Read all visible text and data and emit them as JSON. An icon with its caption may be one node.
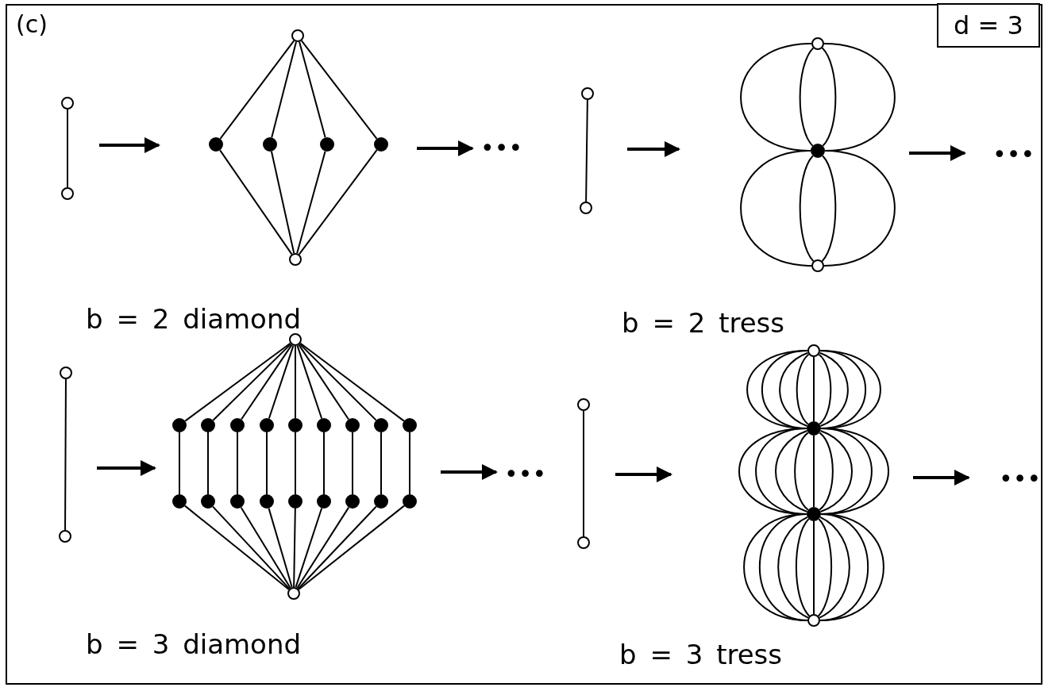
{
  "diagram": {
    "nodes": [
      {
        "text": [],
        "shape": "circle"
      },
      {
        "text": [],
        "shape": "circle"
      },
      {
        "text": [],
        "shape": "circle"
      },
      {
        "text": [],
        "shape": "circle"
      },
      {
        "text": [],
        "shape": "circle"
      },
      {
        "text": [],
        "shape": "circle"
      },
      {
        "text": [],
        "shape": "circle"
      },
      {
        "text": [],
        "shape": "circle"
      },
      {
        "text": [],
        "shape": "circle"
      },
      {
        "text": [],
        "shape": "circle"
      },
      {
        "text": [],
        "shape": "circle"
      },
      {
        "text": [],
        "shape": "circle"
      },
      {
        "text": [],
        "shape": "circle"
      },
      {
        "text": [],
        "shape": "circle"
      },
      {
        "text": [],
        "shape": "circle"
      },
      {
        "text": [],
        "shape": "circle"
      },
      {
        "text": [],
        "shape": "circle"
      },
      {
        "text": [],
        "shape": "circle"
      },
      {
        "text": [],
        "shape": "circle"
      },
      {
        "text": [],
        "shape": "circle"
      },
      {
        "text": [],
        "shape": "circle"
      },
      {
        "text": [],
        "shape": "circle"
      },
      {
        "text": [],
        "shape": "circle"
      },
      {
        "text": [],
        "shape": "circle"
      },
      {
        "text": [],
        "shape": "circle"
      },
      {
        "text": [],
        "shape": "circle"
      },
      {
        "text": [],
        "shape": "circle"
      },
      {
        "text": [],
        "shape": "circle"
      },
      {
        "text": [],
        "shape": "circle"
      },
      {
        "text": [],
        "shape": "circle"
      },
      {
        "text": [],
        "shape": "circle"
      },
      {
        "text": [],
        "shape": "circle"
      },
      {
        "text": [],
        "shape": "circle"
      },
      {
        "text": [],
        "shape": "circle"
      },
      {
        "text": [],
        "shape": "circle"
      },
      {
        "text": [],
        "shape": "circle"
      },
      {
        "text": [],
        "shape": "circle"
      },
      {
        "text": [],
        "shape": "circle"
      },
      {
        "text": [],
        "shape": "circle"
      },
      {
        "text": [],
        "shape": "circle"
      },
      {
        "text": [],
        "shape": "circle"
      },
      {
        "text": [
          "d = 3"
        ]
      }
    ],
    "edges": [
      {
        "from": 0,
        "to": 1,
        "arrow": "none"
      },
      {
        "from": 2,
        "to": 3,
        "arrow": "none"
      },
      {
        "from": 2,
        "to": 4,
        "arrow": "none"
      },
      {
        "from": 2,
        "to": 5,
        "arrow": "none"
      },
      {
        "from": 2,
        "to": 6,
        "arrow": "none"
      },
      {
        "from": 3,
        "to": 7,
        "arrow": "none"
      },
      {
        "from": 4,
        "to": 7,
        "arrow": "none"
      },
      {
        "from": 5,
        "to": 7,
        "arrow": "none"
      },
      {
        "from": 6,
        "to": 7,
        "arrow": "none"
      },
      {
        "from": 8,
        "to": 9,
        "arrow": "none"
      },
      {
        "from": 10,
        "to": 11,
        "arrow": "none"
      },
      {
        "from": 10,
        "to": 11,
        "arrow": "none"
      },
      {
        "from": 10,
        "to": 11,
        "arrow": "none"
      },
      {
        "from": 10,
        "to": 11,
        "arrow": "none"
      },
      {
        "from": 11,
        "to": 12,
        "arrow": "none"
      },
      {
        "from": 11,
        "to": 12,
        "arrow": "none"
      },
      {
        "from": 11,
        "to": 12,
        "arrow": "none"
      },
      {
        "from": 11,
        "to": 12,
        "arrow": "none"
      },
      {
        "from": 13,
        "to": 14,
        "arrow": "none"
      },
      {
        "from": 15,
        "to": 16,
        "arrow": "none"
      },
      {
        "from": 15,
        "to": 17,
        "arrow": "none"
      },
      {
        "from": 15,
        "to": 18,
        "arrow": "none"
      },
      {
        "from": 15,
        "to": 19,
        "arrow": "none"
      },
      {
        "from": 15,
        "to": 20,
        "arrow": "none"
      },
      {
        "from": 15,
        "to": 21,
        "arrow": "none"
      },
      {
        "from": 15,
        "to": 22,
        "arrow": "none"
      },
      {
        "from": 15,
        "to": 23,
        "arrow": "none"
      },
      {
        "from": 15,
        "to": 24,
        "arrow": "none"
      },
      {
        "from": 16,
        "to": 25,
        "arrow": "none"
      },
      {
        "from": 17,
        "to": 26,
        "arrow": "none"
      },
      {
        "from": 18,
        "to": 27,
        "arrow": "none"
      },
      {
        "from": 19,
        "to": 28,
        "arrow": "none"
      },
      {
        "from": 20,
        "to": 29,
        "arrow": "none"
      },
      {
        "from": 21,
        "to": 30,
        "arrow": "none"
      },
      {
        "from": 22,
        "to": 31,
        "arrow": "none"
      },
      {
        "from": 23,
        "to": 32,
        "arrow": "none"
      },
      {
        "from": 24,
        "to": 33,
        "arrow": "none"
      },
      {
        "from": 25,
        "to": 34,
        "arrow": "none"
      },
      {
        "from": 26,
        "to": 34,
        "arrow": "none"
      },
      {
        "from": 27,
        "to": 34,
        "arrow": "none"
      },
      {
        "from": 28,
        "to": 34,
        "arrow": "none"
      },
      {
        "from": 29,
        "to": 34,
        "arrow": "none"
      },
      {
        "from": 30,
        "to": 34,
        "arrow": "none"
      },
      {
        "from": 31,
        "to": 34,
        "arrow": "none"
      },
      {
        "from": 32,
        "to": 34,
        "arrow": "none"
      },
      {
        "from": 33,
        "to": 34,
        "arrow": "none"
      },
      {
        "from": 35,
        "to": 36,
        "arrow": "none"
      },
      {
        "from": 37,
        "to": 38,
        "arrow": "none"
      },
      {
        "from": 37,
        "to": 38,
        "arrow": "none"
      },
      {
        "from": 37,
        "to": 38,
        "arrow": "none"
      },
      {
        "from": 37,
        "to": 38,
        "arrow": "none"
      },
      {
        "from": 37,
        "to": 38,
        "arrow": "none"
      },
      {
        "from": 37,
        "to": 38,
        "arrow": "none"
      },
      {
        "from": 37,
        "to": 38,
        "arrow": "none"
      },
      {
        "from": 37,
        "to": 38,
        "arrow": "none"
      },
      {
        "from": 37,
        "to": 38,
        "arrow": "none"
      },
      {
        "from": 38,
        "to": 39,
        "arrow": "none"
      },
      {
        "from": 38,
        "to": 39,
        "arrow": "none"
      },
      {
        "from": 38,
        "to": 39,
        "arrow": "none"
      },
      {
        "from": 38,
        "to": 39,
        "arrow": "none"
      },
      {
        "from": 38,
        "to": 39,
        "arrow": "none"
      },
      {
        "from": 38,
        "to": 39,
        "arrow": "none"
      },
      {
        "from": 38,
        "to": 39,
        "arrow": "none"
      },
      {
        "from": 38,
        "to": 39,
        "arrow": "none"
      },
      {
        "from": 38,
        "to": 39,
        "arrow": "none"
      },
      {
        "from": 39,
        "to": 40,
        "arrow": "none"
      },
      {
        "from": 39,
        "to": 40,
        "arrow": "none"
      },
      {
        "from": 39,
        "to": 40,
        "arrow": "none"
      },
      {
        "from": 39,
        "to": 40,
        "arrow": "none"
      },
      {
        "from": 39,
        "to": 40,
        "arrow": "none"
      },
      {
        "from": 39,
        "to": 40,
        "arrow": "none"
      },
      {
        "from": 39,
        "to": 40,
        "arrow": "none"
      },
      {
        "from": 39,
        "to": 40,
        "arrow": "none"
      },
      {
        "from": 39,
        "to": 40,
        "arrow": "none"
      }
    ],
    "labels": [
      "(c)",
      "•••",
      "•••",
      "b = 2 diamond",
      "b = 2 tress",
      "•••",
      "•••",
      "b = 3 diamond",
      "b = 3 tress"
    ]
  }
}
